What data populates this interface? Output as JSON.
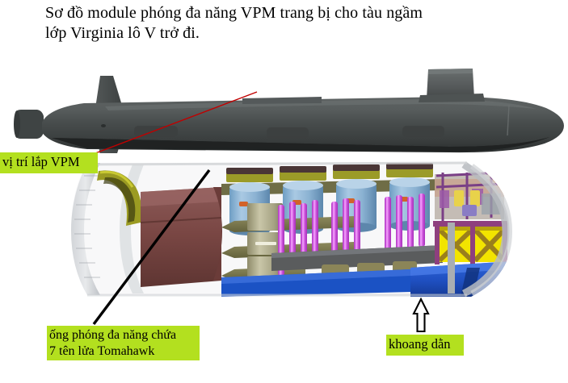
{
  "title": {
    "text": "Sơ đồ module phóng đa năng VPM trang bị cho tàu ngầm\nlớp Virginia lô V trở đi."
  },
  "callouts": {
    "vpm_position": "vị trí lắp VPM",
    "launch_tubes": "ống phóng đa năng chứa\n7 tên lửa Tomahawk",
    "ballast_compartment": "khoang dằn"
  },
  "diagram": {
    "submarine_label": "Virginia-class submarine profile",
    "cutaway_label": "VPM module cutaway",
    "leader_line_vpm_color": "#c00000",
    "leader_line_tubes_color": "#000000",
    "highlight_color": "#b3e01f",
    "hull_color": "#4a4e4e",
    "tube_color": "#8fb5d6",
    "missile_color": "#d946ef",
    "ballast_tank_color": "#1b52c4",
    "bulkhead_color": "#7a4a4a",
    "deck_color": "#7d7a52",
    "truss_color": "#f2e400"
  },
  "counts": {
    "launch_tubes_visible": 4,
    "missiles_per_tube": 7
  }
}
